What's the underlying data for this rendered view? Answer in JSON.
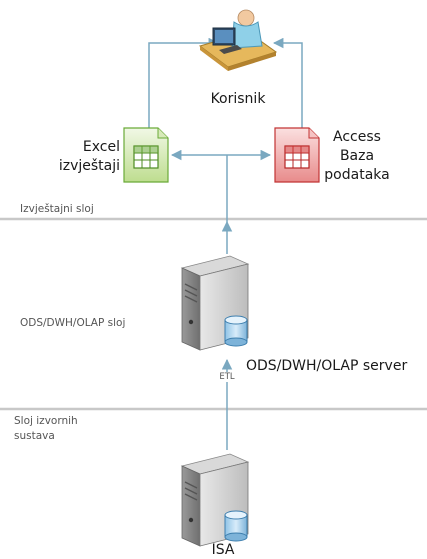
{
  "nodes": {
    "user": "Korisnik",
    "excel": [
      "Excel",
      "izvještaji"
    ],
    "access": [
      "Access",
      "Baza",
      "podataka"
    ],
    "dwh_server": "ODS/DWH/OLAP server",
    "isa": "ISA"
  },
  "layers": {
    "reporting": "Izvještajni sloj",
    "dwh": "ODS/DWH/OLAP sloj",
    "source": [
      "Sloj izvornih",
      "sustava"
    ]
  },
  "edges": {
    "etl": "ETL"
  },
  "colors": {
    "connector": "#7aa8c0",
    "separator": "#c8c8c8",
    "excel_accent": "#6aaa38",
    "access_accent": "#d23b3b"
  }
}
